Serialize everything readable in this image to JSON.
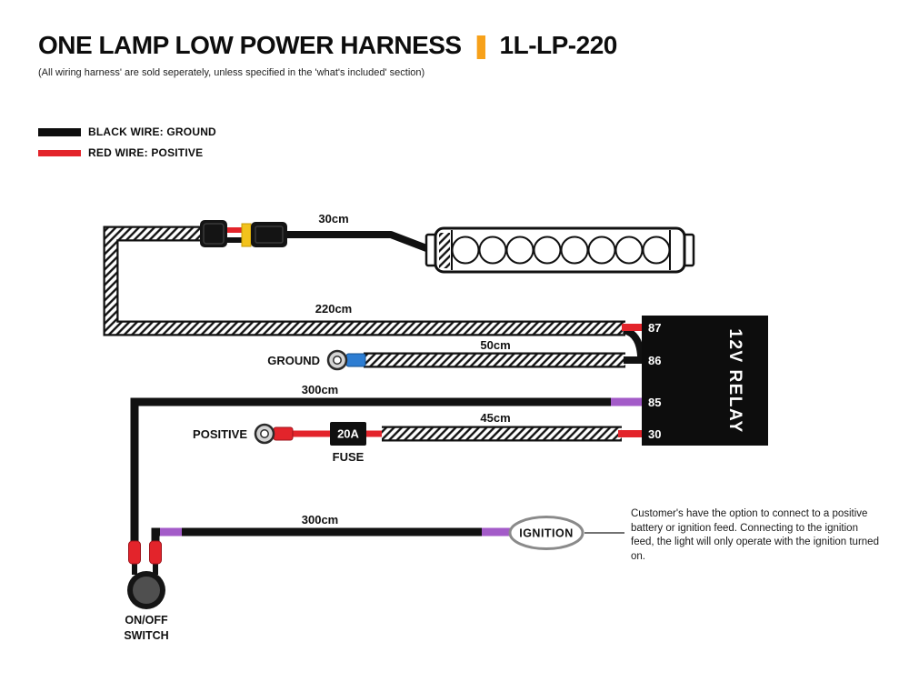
{
  "header": {
    "title": "ONE LAMP LOW POWER HARNESS",
    "separator": "|",
    "code": "1L-LP-220",
    "subtitle": "(All wiring harness' are sold seperately, unless specified in the 'what's included' section)"
  },
  "legend": {
    "black": "BLACK WIRE: GROUND",
    "red": "RED WIRE: POSITIVE"
  },
  "diagram": {
    "lengths": {
      "lamp": "30cm",
      "main": "220cm",
      "ground": "50cm",
      "switch": "300cm",
      "positive": "45cm",
      "ignition": "300cm"
    },
    "ground_label": "GROUND",
    "positive_label": "POSITIVE",
    "fuse": {
      "rating": "20A",
      "label": "FUSE"
    },
    "ignition_label": "IGNITION",
    "relay": {
      "label": "12V RELAY",
      "pins": [
        "87",
        "86",
        "85",
        "30"
      ]
    },
    "switch_label": {
      "line1": "ON/OFF",
      "line2": "SWITCH"
    }
  },
  "note": {
    "text": "Customer's have the option to connect to a positive battery or ignition feed. Connecting to the ignition feed, the light will only operate with the ignition turned on."
  },
  "colors": {
    "accent": "#F7A11A",
    "red": "#E3242B",
    "purple": "#A35BC8",
    "blue": "#2D7DD2",
    "black": "#111111"
  }
}
